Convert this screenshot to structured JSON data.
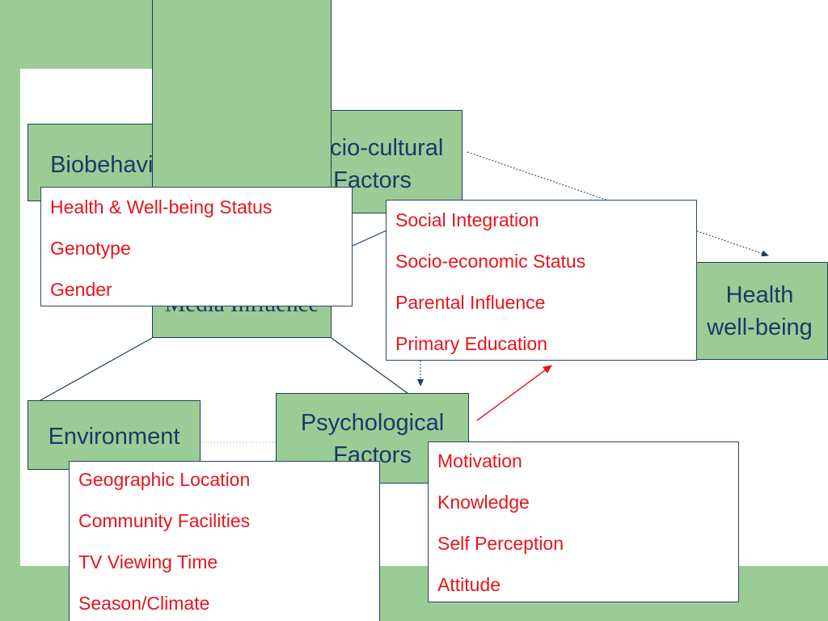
{
  "colors": {
    "background_green": "#9ccc95",
    "node_fill": "#9ccc95",
    "node_text": "#173a68",
    "list_text": "#e8141c",
    "connector": "#1f3b57",
    "highlight_arrow": "#e8141c"
  },
  "nodes": {
    "biobehavioural": "Biobehavioural",
    "socio_cultural": "Socio-cultural\nFactors",
    "media": "Media Influence",
    "health": "Health\nwell-being",
    "environment": "Environment",
    "psychological": "Psychological\nFactors"
  },
  "lists": {
    "biobehavioural": [
      "Health & Well-being Status",
      "Genotype",
      "Gender"
    ],
    "socio_cultural": [
      "Social Integration",
      "Socio-economic Status",
      "Parental Influence",
      "Primary Education"
    ],
    "environment": [
      "Geographic Location",
      "Community Facilities",
      "TV Viewing Time",
      "Season/Climate"
    ],
    "psychological": [
      "Motivation",
      "Knowledge",
      "Self Perception",
      "Attitude"
    ]
  }
}
